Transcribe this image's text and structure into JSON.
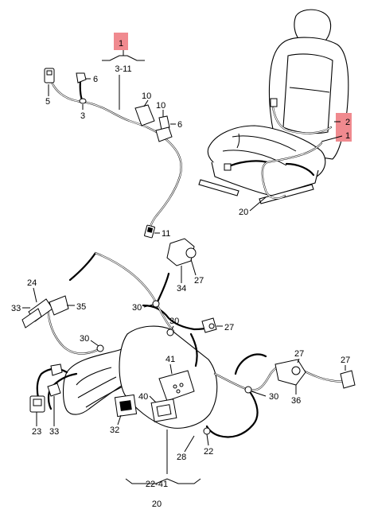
{
  "colors": {
    "highlight": "#f08a8f",
    "line": "#000000",
    "background": "#ffffff"
  },
  "upper": {
    "highlight_number": "1",
    "group_ref": "3-11",
    "callouts": [
      "6",
      "5",
      "3",
      "10",
      "10",
      "6",
      "11"
    ]
  },
  "seat": {
    "callout_2": "2",
    "callout_1": "1",
    "callout_20": "20"
  },
  "lower": {
    "callouts": {
      "c24": "24",
      "c33a": "33",
      "c35": "35",
      "c34": "34",
      "c27a": "27",
      "c30a": "30",
      "c30b": "30",
      "c27b": "27",
      "c30c": "30",
      "c41": "41",
      "c27c": "27",
      "c27d": "27",
      "c40": "40",
      "c30d": "30",
      "c36": "36",
      "c23": "23",
      "c33b": "33",
      "c32": "32",
      "c28": "28",
      "c22": "22"
    },
    "group_ref": "22-41",
    "group_number": "20"
  }
}
